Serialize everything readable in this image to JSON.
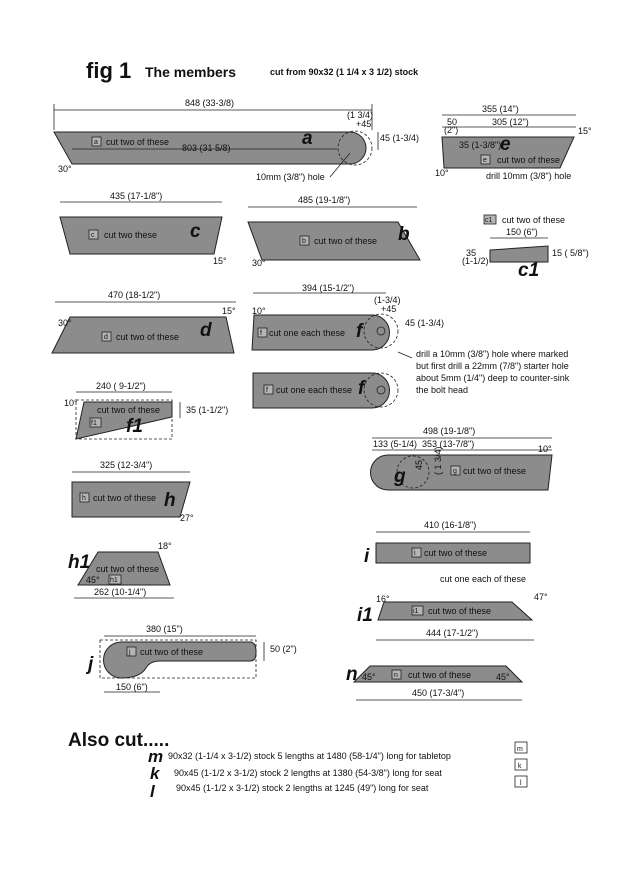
{
  "header": {
    "fig": "fig 1",
    "title": "The members",
    "subtitle": "cut from 90x32 (1 1/4 x 3 1/2)  stock"
  },
  "pieces": {
    "a": {
      "letter": "a",
      "tag": "a",
      "label": "cut two of these",
      "overall": "848 (33-3/8)",
      "inner": "803 (31 5/8)",
      "d1": "(1 3/4)",
      "d2": "+45",
      "d3": "45 (1-3/4)",
      "hole": "10mm (3/8\") hole",
      "angle": "30°"
    },
    "e": {
      "letter": "e",
      "tag": "e",
      "label": "cut two of these",
      "overall": "355 (14\")",
      "left": "50",
      "left2": "(2\")",
      "right": "305 (12\")",
      "side": "35 (1-3/8\")",
      "angle1": "15°",
      "angle2": "10°",
      "hole": "drill 10mm (3/8\") hole"
    },
    "c1": {
      "letter": "c1",
      "tag": "c1",
      "label": "cut two of these",
      "width": "150 (6\")",
      "left": "35",
      "left2": "(1-1/2)",
      "right": "15 ( 5/8\")"
    },
    "c": {
      "letter": "c",
      "tag": "c",
      "label": "cut two these",
      "overall": "435 (17-1/8\")",
      "angle": "15°"
    },
    "b": {
      "letter": "b",
      "tag": "b",
      "label": "cut two of these",
      "overall": "485 (19-1/8\")",
      "angle": "30°"
    },
    "d": {
      "letter": "d",
      "tag": "d",
      "label": "cut two of these",
      "overall": "470 (18-1/2\")",
      "angle1": "30°",
      "angle2": "15°"
    },
    "f": {
      "letter": "f",
      "tag": "f",
      "label": "cut one each these",
      "overall": "394 (15-1/2\")",
      "d1": "(1-3/4)",
      "d2": "+45",
      "d3": "45 (1-3/4)",
      "angle": "10°",
      "note": [
        "drill a 10mm (3/8\") hole where marked",
        "but first drill a 22mm (7/8\") starter hole",
        "about 5mm (1/4\") deep to counter-sink",
        "the bolt head"
      ]
    },
    "f2": {
      "letter": "f",
      "tag": "f",
      "label": "cut one each these"
    },
    "f1": {
      "letter": "f1",
      "tag": "f1",
      "label": "cut two of these",
      "width": "240 ( 9-1/2\")",
      "side": "35 (1-1/2\")",
      "angle": "10°"
    },
    "g": {
      "letter": "g",
      "tag": "g",
      "label": "cut two of these",
      "overall": "498 (19-1/8\")",
      "left": "133 (5-1/4)",
      "right": "353 (13-7/8\")",
      "v1": "45",
      "v2": "( 1 3/4)",
      "angle": "10°"
    },
    "h": {
      "letter": "h",
      "tag": "h",
      "label": "cut two of these",
      "overall": "325 (12-3/4\")",
      "angle": "27°"
    },
    "h1": {
      "letter": "h1",
      "tag": "h1",
      "label": "cut two of these",
      "width": "262 (10-1/4\")",
      "angle1": "18°",
      "angle2": "45°"
    },
    "i": {
      "letter": "i",
      "tag": "i",
      "label": "cut two of these",
      "overall": "410 (16-1/8\")",
      "each_note": "cut one each of these"
    },
    "i1": {
      "letter": "i1",
      "tag": "i1",
      "label": "cut two of these",
      "overall": "444 (17-1/2\")",
      "angle1": "16°",
      "angle2": "47°"
    },
    "j": {
      "letter": "j",
      "tag": "j",
      "label": "cut two of these",
      "overall": "380 (15\")",
      "side": "50 (2\")",
      "bottom": "150 (6\")"
    },
    "n": {
      "letter": "n",
      "tag": "n",
      "label": "cut two of these",
      "overall": "450 (17-3/4\")",
      "angle1": "45°",
      "angle2": "45°"
    }
  },
  "also": {
    "heading": "Also cut.....",
    "items": [
      {
        "letter": "m",
        "text": "90x32 (1-1/4 x 3-1/2) stock  5 lengths at 1480 (58-1/4\") long   for tabletop",
        "tag": "m"
      },
      {
        "letter": "k",
        "text": "90x45 (1-1/2 x 3-1/2) stock  2 lengths at 1380 (54-3/8\") long   for seat",
        "tag": "k"
      },
      {
        "letter": "l",
        "text": "90x45 (1-1/2 x 3-1/2) stock  2 lengths at 1245 (49\") long   for seat",
        "tag": "l"
      }
    ]
  }
}
